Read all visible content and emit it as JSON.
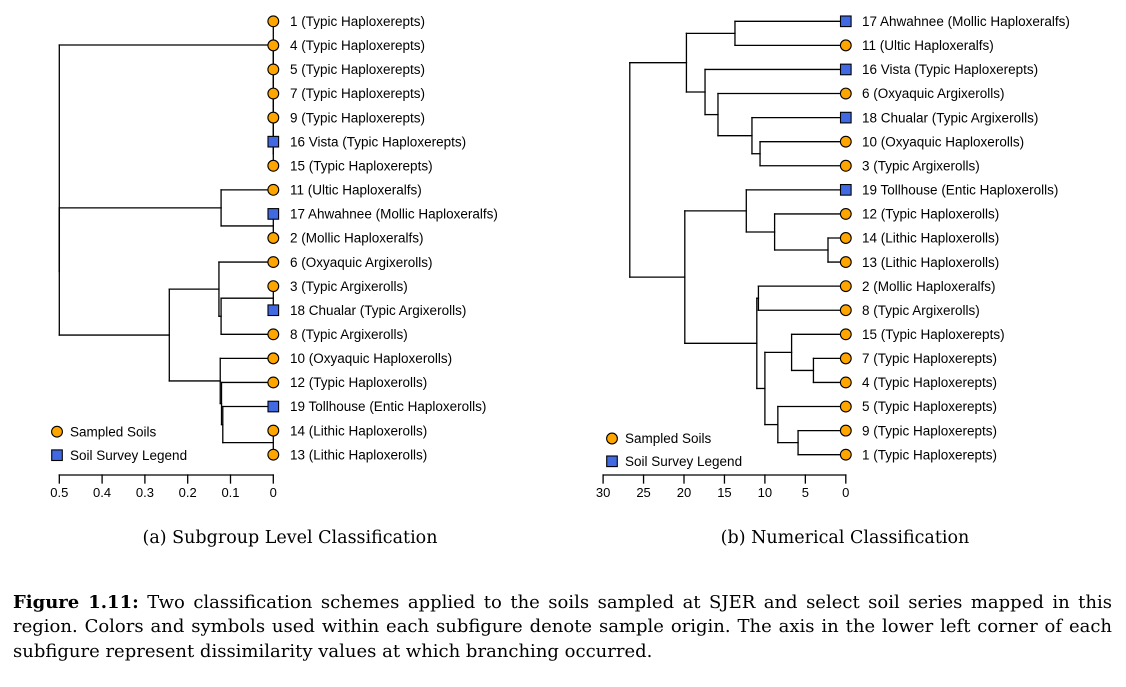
{
  "figure": {
    "caption_label": "Figure 1.11:",
    "caption_text": " Two classification schemes applied to the soils sampled at SJER and select soil series mapped in this region. Colors and symbols used within each subfigure denote sample origin. The axis in the lower left corner of each subfigure represent dissimilarity values at which branching occurred."
  },
  "legend": {
    "sampled_label": "Sampled Soils",
    "survey_label": "Soil Survey Legend"
  },
  "colors": {
    "sampled": "#FFA500",
    "survey": "#4169E1",
    "line": "#000000",
    "background": "#FFFFFF"
  },
  "chart_data": [
    {
      "type": "dendrogram",
      "title": "(a) Subgroup Level Classification",
      "orientation": "horizontal-right-leaves",
      "axis_meaning": "dissimilarity",
      "axis_range": [
        0,
        0.5
      ],
      "tick_values": [
        0.5,
        0.4,
        0.3,
        0.2,
        0.1,
        0
      ],
      "tick_labels": [
        "0.5",
        "0.4",
        "0.3",
        "0.2",
        "0.1",
        "0"
      ],
      "leaves": [
        {
          "label": "1 (Typic Haploxerepts)",
          "group": "sampled"
        },
        {
          "label": "4 (Typic Haploxerepts)",
          "group": "sampled"
        },
        {
          "label": "5 (Typic Haploxerepts)",
          "group": "sampled"
        },
        {
          "label": "7 (Typic Haploxerepts)",
          "group": "sampled"
        },
        {
          "label": "9 (Typic Haploxerepts)",
          "group": "sampled"
        },
        {
          "label": "16 Vista (Typic Haploxerepts)",
          "group": "survey"
        },
        {
          "label": "15 (Typic Haploxerepts)",
          "group": "sampled"
        },
        {
          "label": "11 (Ultic Haploxeralfs)",
          "group": "sampled"
        },
        {
          "label": "17 Ahwahnee (Mollic Haploxeralfs)",
          "group": "survey"
        },
        {
          "label": "2 (Mollic Haploxeralfs)",
          "group": "sampled"
        },
        {
          "label": "6 (Oxyaquic Argixerolls)",
          "group": "sampled"
        },
        {
          "label": "3 (Typic Argixerolls)",
          "group": "sampled"
        },
        {
          "label": "18 Chualar (Typic Argixerolls)",
          "group": "survey"
        },
        {
          "label": "8 (Typic Argixerolls)",
          "group": "sampled"
        },
        {
          "label": "10 (Oxyaquic Haploxerolls)",
          "group": "sampled"
        },
        {
          "label": "12 (Typic Haploxerolls)",
          "group": "sampled"
        },
        {
          "label": "19 Tollhouse (Entic Haploxerolls)",
          "group": "survey"
        },
        {
          "label": "14 (Lithic Haploxerolls)",
          "group": "sampled"
        },
        {
          "label": "13 (Lithic Haploxerolls)",
          "group": "sampled"
        }
      ],
      "tree": {
        "h": 0.5,
        "c": [
          {
            "h": 0,
            "c": [
              0,
              {
                "h": 0,
                "c": [
                  1,
                  {
                    "h": 0,
                    "c": [
                      2,
                      {
                        "h": 0,
                        "c": [
                          3,
                          {
                            "h": 0,
                            "c": [
                              4,
                              {
                                "h": 0,
                                "c": [
                                  5,
                                  6
                                ]
                              }
                            ]
                          }
                        ]
                      }
                    ]
                  }
                ]
              }
            ]
          },
          {
            "h": 0.5,
            "c": [
              {
                "h": 0.122,
                "c": [
                  7,
                  {
                    "h": 0,
                    "c": [
                      8,
                      9
                    ]
                  }
                ]
              },
              {
                "h": 0.243,
                "c": [
                  {
                    "h": 0.127,
                    "c": [
                      10,
                      {
                        "h": 0.122,
                        "c": [
                          {
                            "h": 0,
                            "c": [
                              11,
                              12
                            ]
                          },
                          13
                        ]
                      }
                    ]
                  },
                  {
                    "h": 0.124,
                    "c": [
                      14,
                      {
                        "h": 0.121,
                        "c": [
                          15,
                          {
                            "h": 0.118,
                            "c": [
                              16,
                              {
                                "h": 0,
                                "c": [
                                  17,
                                  18
                                ]
                              }
                            ]
                          }
                        ]
                      }
                    ]
                  }
                ]
              }
            ]
          }
        ]
      }
    },
    {
      "type": "dendrogram",
      "title": "(b) Numerical Classification",
      "orientation": "horizontal-right-leaves",
      "axis_meaning": "dissimilarity",
      "axis_range": [
        0,
        30
      ],
      "tick_values": [
        30,
        25,
        20,
        15,
        10,
        5,
        0
      ],
      "tick_labels": [
        "30",
        "25",
        "20",
        "15",
        "10",
        "5",
        "0"
      ],
      "leaves": [
        {
          "label": "17 Ahwahnee (Mollic Haploxeralfs)",
          "group": "survey"
        },
        {
          "label": "11 (Ultic Haploxeralfs)",
          "group": "sampled"
        },
        {
          "label": "16 Vista (Typic Haploxerepts)",
          "group": "survey"
        },
        {
          "label": "6 (Oxyaquic Argixerolls)",
          "group": "sampled"
        },
        {
          "label": "18 Chualar (Typic Argixerolls)",
          "group": "survey"
        },
        {
          "label": "10 (Oxyaquic Haploxerolls)",
          "group": "sampled"
        },
        {
          "label": "3 (Typic Argixerolls)",
          "group": "sampled"
        },
        {
          "label": "19 Tollhouse (Entic Haploxerolls)",
          "group": "survey"
        },
        {
          "label": "12 (Typic Haploxerolls)",
          "group": "sampled"
        },
        {
          "label": "14 (Lithic Haploxerolls)",
          "group": "sampled"
        },
        {
          "label": "13 (Lithic Haploxerolls)",
          "group": "sampled"
        },
        {
          "label": "2 (Mollic Haploxeralfs)",
          "group": "sampled"
        },
        {
          "label": "8 (Typic Argixerolls)",
          "group": "sampled"
        },
        {
          "label": "15 (Typic Haploxerepts)",
          "group": "sampled"
        },
        {
          "label": "7 (Typic Haploxerepts)",
          "group": "sampled"
        },
        {
          "label": "4 (Typic Haploxerepts)",
          "group": "sampled"
        },
        {
          "label": "5 (Typic Haploxerepts)",
          "group": "sampled"
        },
        {
          "label": "9 (Typic Haploxerepts)",
          "group": "sampled"
        },
        {
          "label": "1 (Typic Haploxerepts)",
          "group": "sampled"
        }
      ],
      "tree": {
        "h": 26.7,
        "c": [
          {
            "h": 19.7,
            "c": [
              {
                "h": 13.7,
                "c": [
                  0,
                  1
                ]
              },
              {
                "h": 17.4,
                "c": [
                  2,
                  {
                    "h": 15.8,
                    "c": [
                      3,
                      {
                        "h": 11.6,
                        "c": [
                          4,
                          {
                            "h": 10.6,
                            "c": [
                              5,
                              6
                            ]
                          }
                        ]
                      }
                    ]
                  }
                ]
              }
            ]
          },
          {
            "h": 19.9,
            "c": [
              {
                "h": 12.3,
                "c": [
                  7,
                  {
                    "h": 8.8,
                    "c": [
                      8,
                      {
                        "h": 2.2,
                        "c": [
                          9,
                          10
                        ]
                      }
                    ]
                  }
                ]
              },
              {
                "h": 11.0,
                "c": [
                  {
                    "h": 10.8,
                    "c": [
                      11,
                      12
                    ]
                  },
                  {
                    "h": 10.0,
                    "c": [
                      {
                        "h": 6.7,
                        "c": [
                          13,
                          {
                            "h": 4.0,
                            "c": [
                              14,
                              15
                            ]
                          }
                        ]
                      },
                      {
                        "h": 8.4,
                        "c": [
                          16,
                          {
                            "h": 5.9,
                            "c": [
                              17,
                              18
                            ]
                          }
                        ]
                      }
                    ]
                  }
                ]
              }
            ]
          }
        ]
      }
    }
  ]
}
